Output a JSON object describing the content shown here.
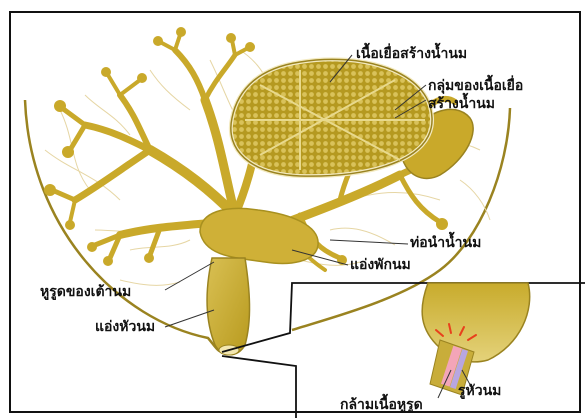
{
  "labels": {
    "glandular_tissue": "เนื้อเยื่อสร้างน้ำนม",
    "lobule_line1": "กลุ่มของเนื้อเยื่อ",
    "lobule_line2": "สร้างน้ำนม",
    "milk_duct": "ท่อนำน้ำนม",
    "milk_sinus": "แอ่งพักนม",
    "areola": "หูรูดของเต้านม",
    "nipple_sinus": "แอ่งหัวนม",
    "nipple_muscle": "กล้ามเนื้อหูรูด",
    "nipple_pore": "รูหัวนม"
  },
  "colors": {
    "tissue": "#c9a92a",
    "tissue_light": "#e2cd6a",
    "outline": "#8a7414",
    "vessel": "#e8d8a6",
    "border": "#111111",
    "nipple_pink": "#f3a5b8",
    "nipple_lavender": "#b8a6e0",
    "spark": "#e8401c"
  }
}
